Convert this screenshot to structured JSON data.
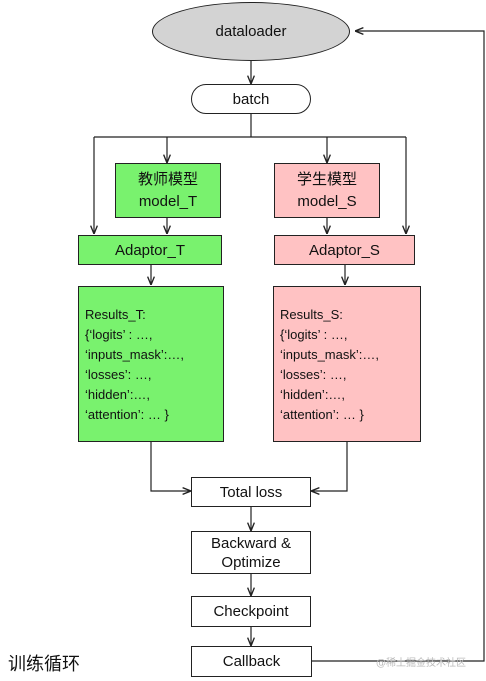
{
  "diagram": {
    "dataloader": "dataloader",
    "batch": "batch",
    "teacher": {
      "line1": "教师模型",
      "line2": "model_T"
    },
    "student": {
      "line1": "学生模型",
      "line2": "model_S"
    },
    "adaptor_t": "Adaptor_T",
    "adaptor_s": "Adaptor_S",
    "results_t": [
      "Results_T:",
      "{‘logits’ : …,",
      "‘inputs_mask’:…,",
      "‘losses’: …,",
      "‘hidden’:…,",
      "‘attention’: … }"
    ],
    "results_s": [
      "Results_S:",
      "{‘logits’ : …,",
      "‘inputs_mask’:…,",
      "‘losses’: …,",
      "‘hidden’:…,",
      "‘attention’: … }"
    ],
    "total_loss": "Total loss",
    "backward": {
      "line1": "Backward &",
      "line2": "Optimize"
    },
    "checkpoint": "Checkpoint",
    "callback": "Callback",
    "label": "训练循环",
    "watermark": "@稀土掘金技术社区"
  },
  "colors": {
    "green": "#79f26e",
    "pink": "#ffc2c3",
    "grey": "#d3d3d3"
  }
}
